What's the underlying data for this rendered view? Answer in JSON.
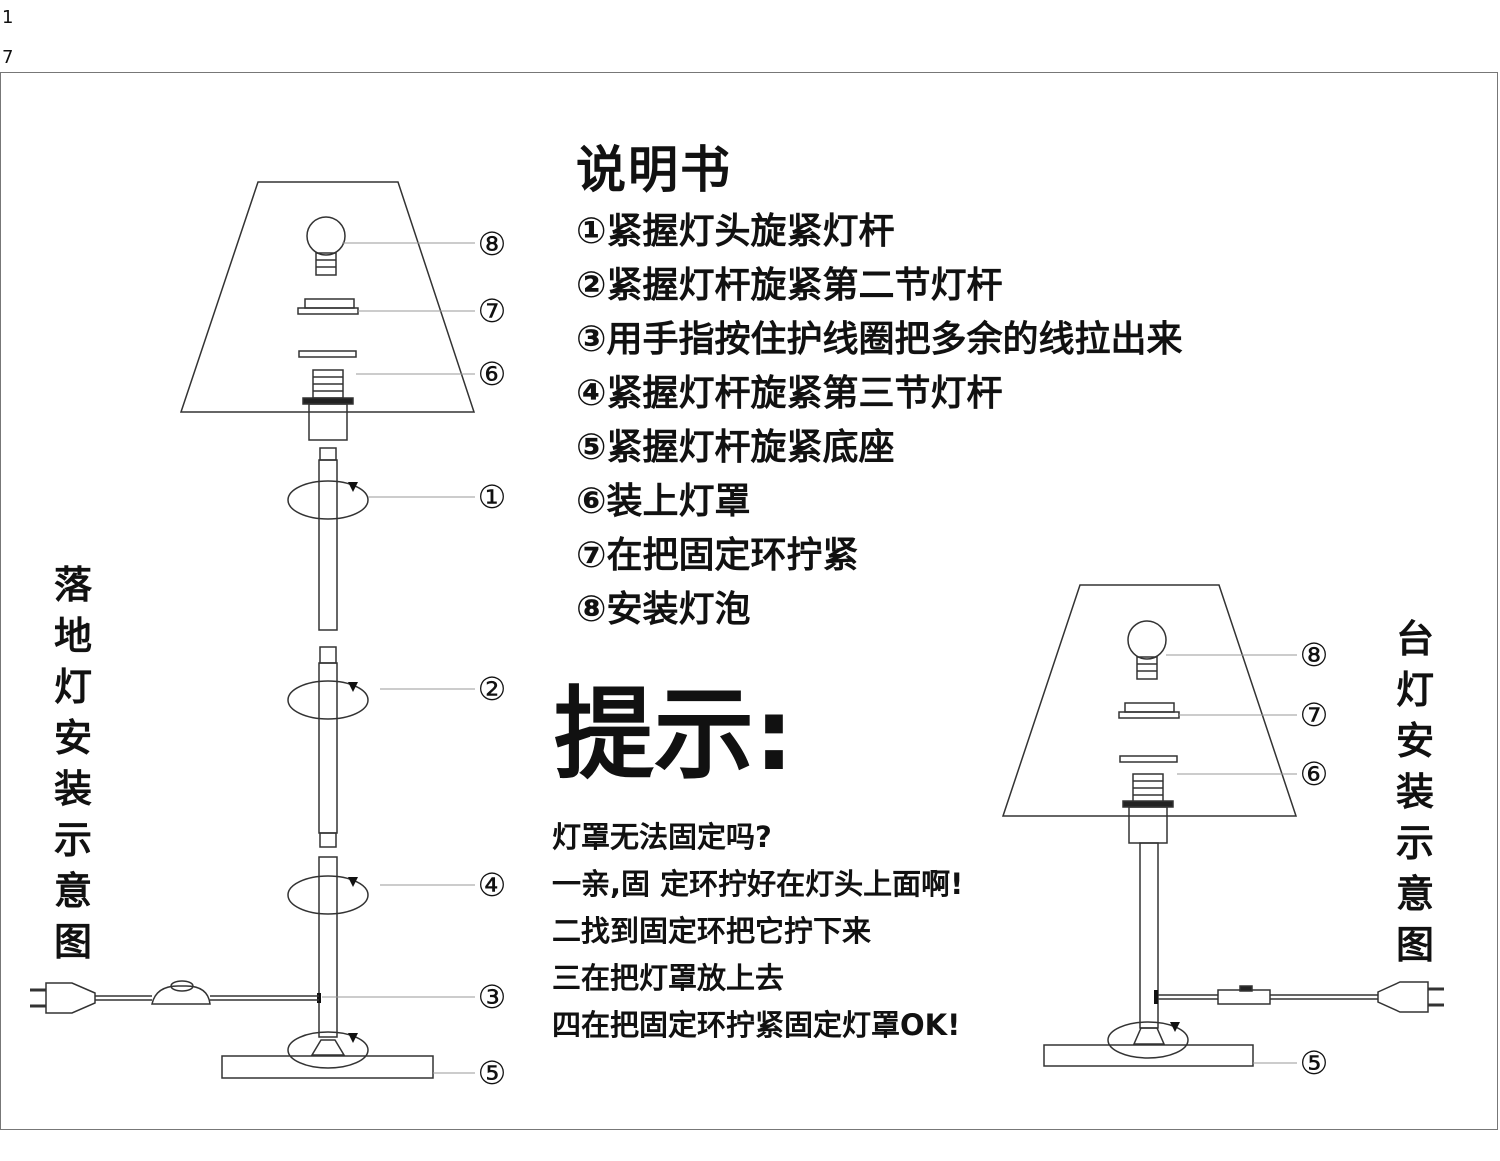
{
  "page_numbers": [
    "1",
    "7"
  ],
  "manual": {
    "title": "说明书",
    "steps": [
      "①紧握灯头旋紧灯杆",
      "②紧握灯杆旋紧第二节灯杆",
      "③用手指按住护线圈把多余的线拉出来",
      "④紧握灯杆旋紧第三节灯杆",
      "⑤紧握灯杆旋紧底座",
      "⑥装上灯罩",
      "⑦在把固定环拧紧",
      "⑧安装灯泡"
    ]
  },
  "tips": {
    "title": "提示:",
    "lines": [
      "灯罩无法固定吗?",
      "一亲,固 定环拧好在灯头上面啊!",
      "二找到固定环把它拧下来",
      "三在把灯罩放上去",
      "四在把固定环拧紧固定灯罩OK!"
    ]
  },
  "floor_lamp": {
    "label": [
      "落",
      "地",
      "灯",
      "安",
      "装",
      "示",
      "意",
      "图"
    ],
    "callouts": [
      "⑧",
      "⑦",
      "⑥",
      "①",
      "②",
      "④",
      "③",
      "⑤"
    ]
  },
  "table_lamp": {
    "label": [
      "台",
      "灯",
      "安",
      "装",
      "示",
      "意",
      "图"
    ],
    "callouts": [
      "⑧",
      "⑦",
      "⑥",
      "⑤"
    ]
  }
}
